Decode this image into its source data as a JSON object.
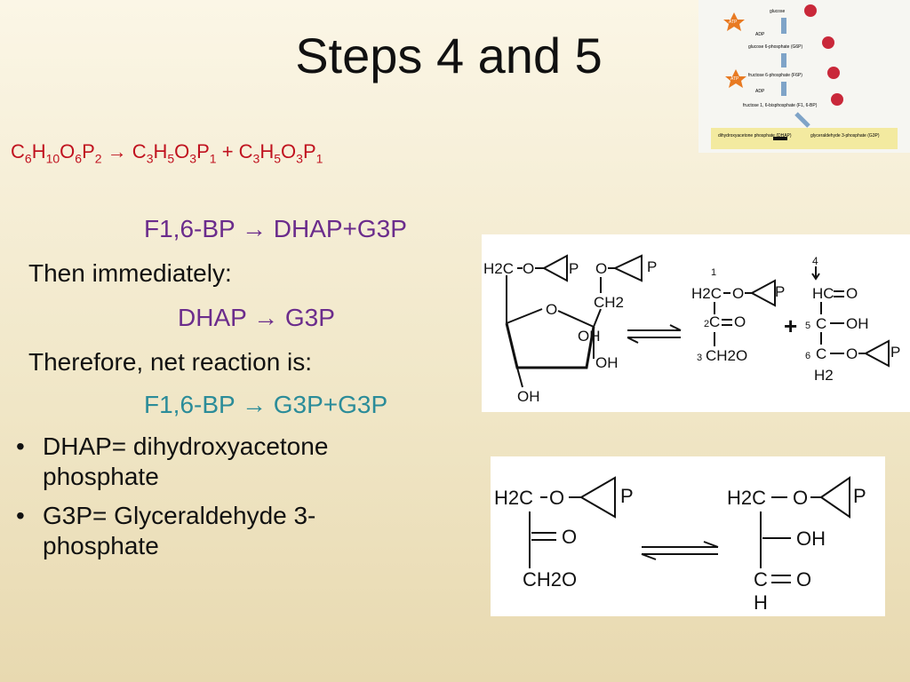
{
  "slide": {
    "title": "Steps 4 and 5",
    "formula": {
      "lhs": [
        [
          "C",
          "6"
        ],
        [
          "H",
          "10"
        ],
        [
          "O",
          "6"
        ],
        [
          "P",
          "2"
        ]
      ],
      "arrow": "→",
      "rhs1": [
        [
          "C",
          "3"
        ],
        [
          "H",
          "5"
        ],
        [
          "O",
          "3"
        ],
        [
          "P",
          "1"
        ]
      ],
      "plus": "+",
      "rhs2": [
        [
          "C",
          "3"
        ],
        [
          "H",
          "5"
        ],
        [
          "O",
          "3"
        ],
        [
          "P",
          "1"
        ]
      ]
    },
    "reaction_1": "F1,6-BP → DHAP+G3P",
    "then_text": "Then immediately:",
    "reaction_2": "DHAP → G3P",
    "therefore_text": "Therefore, net reaction is:",
    "reaction_net": "F1,6-BP → G3P+G3P",
    "bullets": [
      "DHAP= dihydroxyacetone phosphate",
      "G3P= Glyceraldehyde 3-phosphate"
    ]
  },
  "thumbnail": {
    "labels": [
      "glucose",
      "glucose 6-phosphate (G6P)",
      "fructose 6-phosphate (F6P)",
      "fructose 1, 6-bisphosphate (F1, 6-BP)",
      "dihydroxyacetone phosphate (DHAP)",
      "glyceraldehyde 3-phosphate (G3P)",
      "ATP",
      "ADP",
      "ATP",
      "ADP"
    ]
  },
  "diagram1": {
    "ring_labels": [
      "H2C",
      "O",
      "P",
      "O",
      "P",
      "CH2",
      "O",
      "OH",
      "OH",
      "OH"
    ],
    "dhap_labels": [
      "1",
      "H2C",
      "O",
      "P",
      "2",
      "C",
      "O",
      "3",
      "CH2O"
    ],
    "plus": "+",
    "g3p_labels": [
      "4",
      "HC",
      "O",
      "5",
      "C",
      "OH",
      "6",
      "C",
      "O",
      "P",
      "H2"
    ]
  },
  "diagram2": {
    "left_labels": [
      "H2C",
      "O",
      "P",
      "O",
      "CH2O"
    ],
    "right_labels": [
      "H2C",
      "O",
      "P",
      "OH",
      "C",
      "O",
      "H"
    ]
  }
}
